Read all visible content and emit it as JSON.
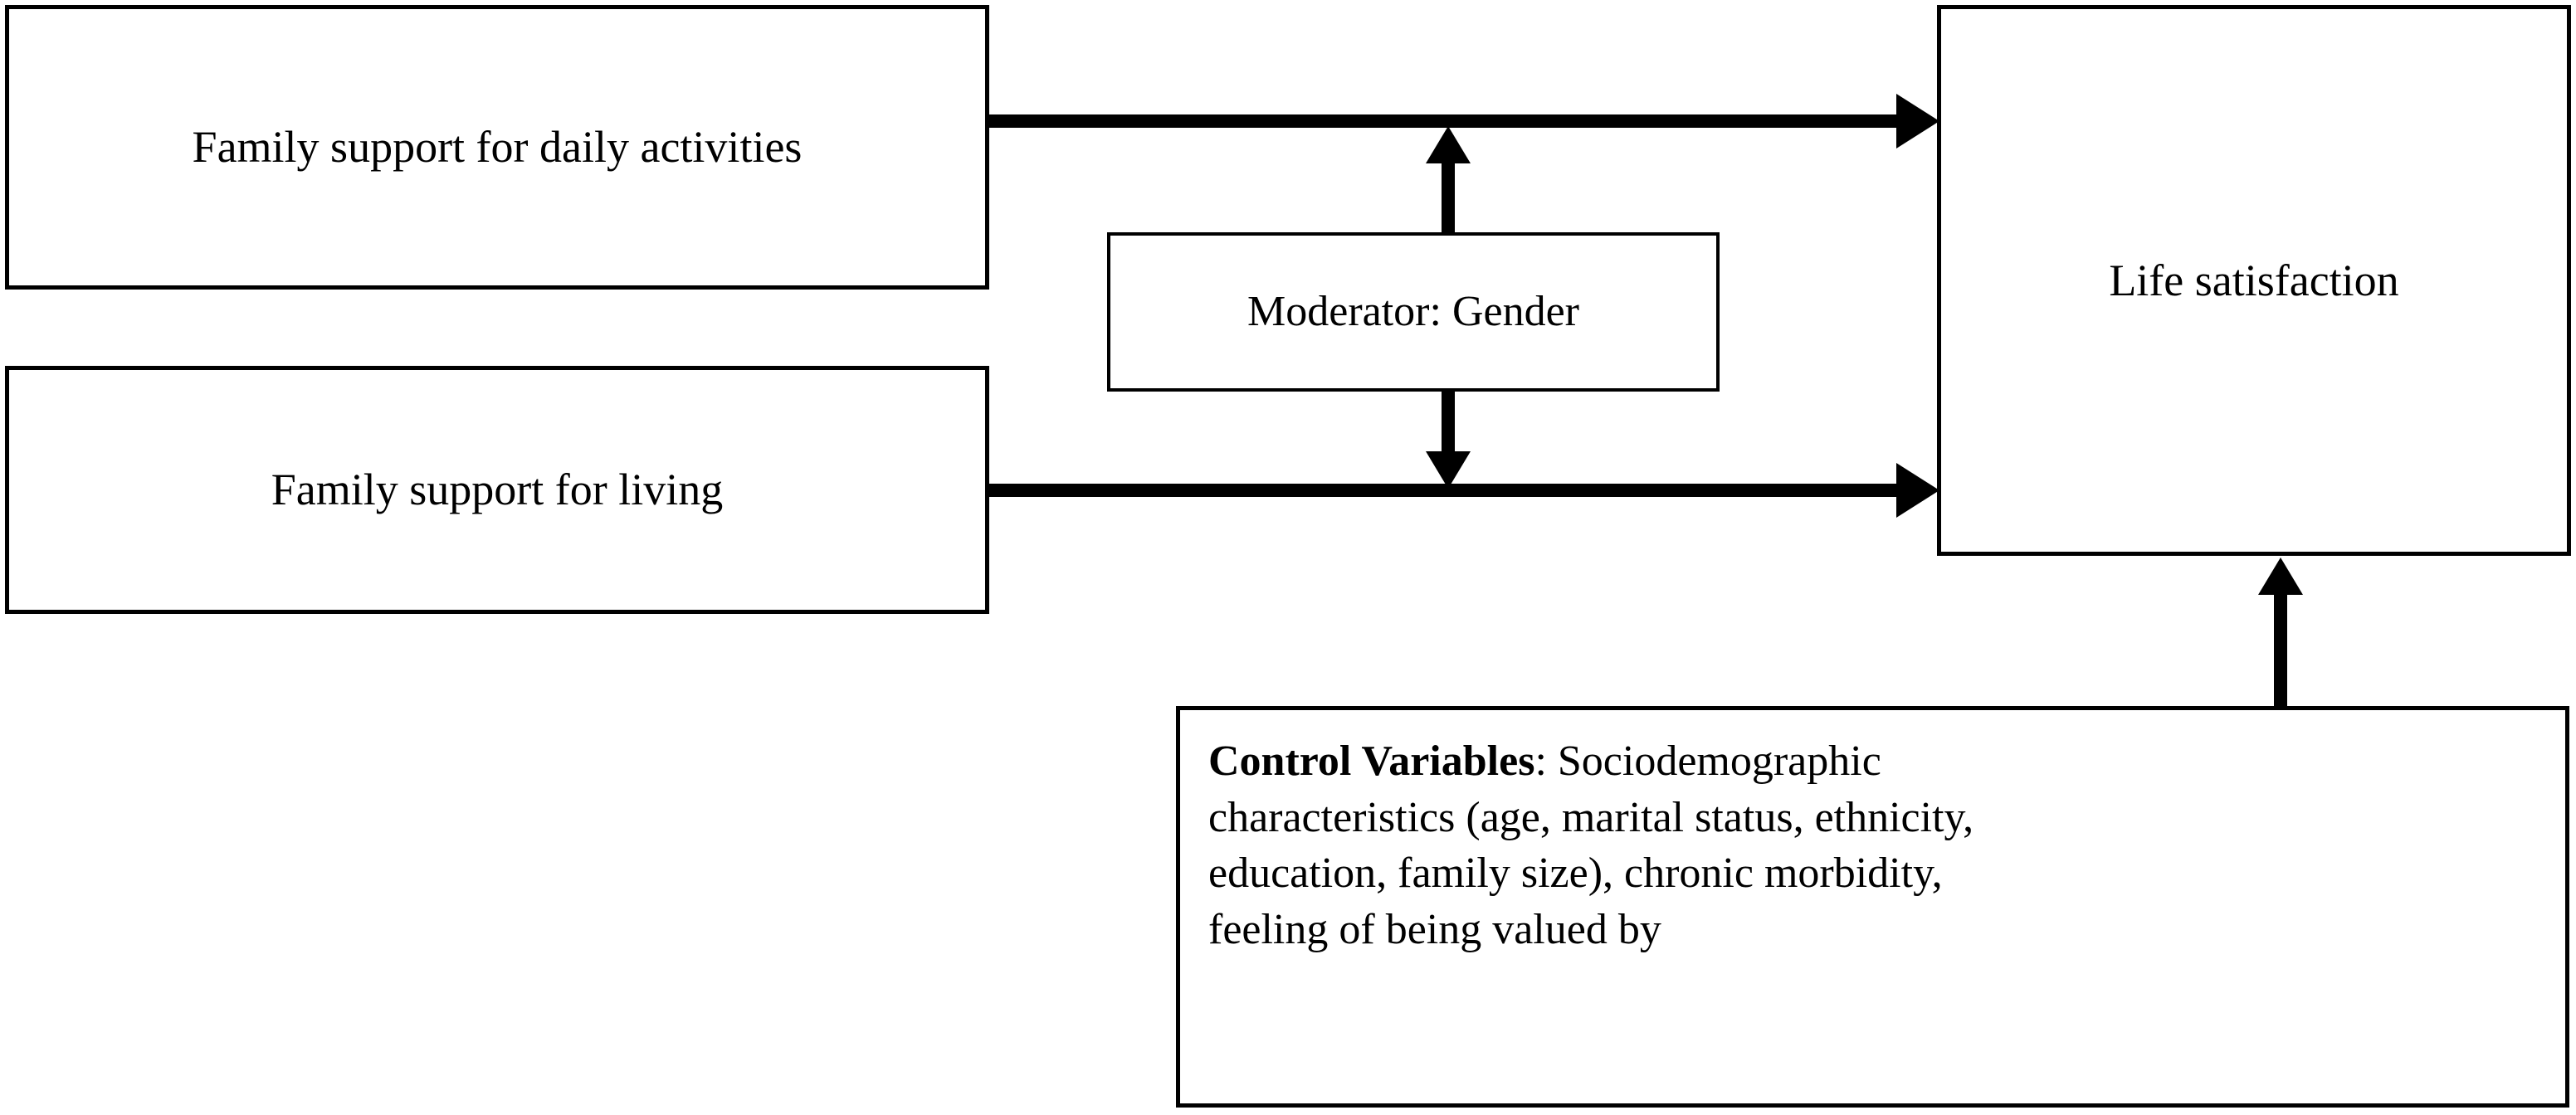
{
  "diagram": {
    "title": "Conceptual moderation model",
    "background_color": "#ffffff",
    "line_color": "#000000",
    "boxes": {
      "family_support_daily": {
        "label": "Family support for daily activities"
      },
      "family_support_living": {
        "label": "Family support for living"
      },
      "moderator": {
        "label": "Moderator: Gender"
      },
      "life_satisfaction": {
        "label": "Life satisfaction"
      },
      "control_variables": {
        "heading": "Control Variables",
        "separator": ": ",
        "body": "Sociodemographic characteristics (age, marital status, ethnicity, education, family size), chronic morbidity, feeling of being valued by"
      }
    },
    "arrows": {
      "daily_to_life": {
        "name": "arrow-family-daily-to-life-satisfaction",
        "direction": "right"
      },
      "living_to_life": {
        "name": "arrow-family-living-to-life-satisfaction",
        "direction": "right"
      },
      "moderator_up": {
        "name": "arrow-moderator-to-daily-path",
        "direction": "up"
      },
      "moderator_down": {
        "name": "arrow-moderator-to-living-path",
        "direction": "down"
      },
      "control_to_life": {
        "name": "arrow-control-variables-to-life-satisfaction",
        "direction": "up"
      }
    }
  }
}
